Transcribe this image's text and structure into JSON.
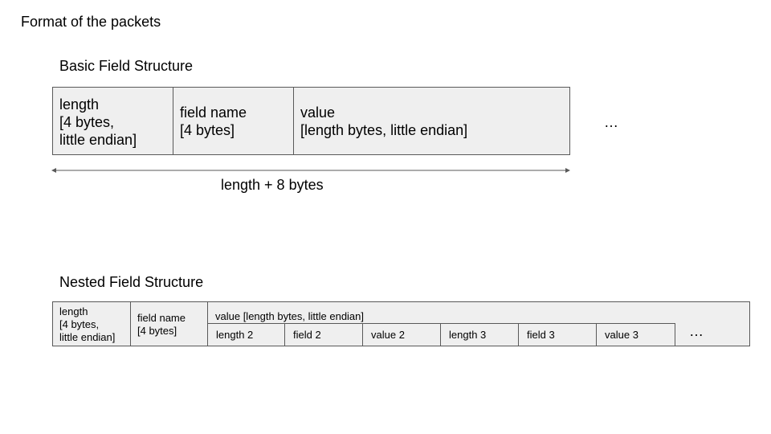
{
  "title": "Format of the packets",
  "basic": {
    "heading": "Basic Field Structure",
    "cell_length": "length\n[4 bytes,\n little endian]",
    "cell_field_name": "field name\n[4 bytes]",
    "cell_value": "value\n[length bytes, little endian]",
    "ellipsis": "…",
    "span_label": "length + 8 bytes"
  },
  "nested": {
    "heading": "Nested Field Structure",
    "cell_length": "length\n[4 bytes,\n little endian]",
    "cell_field_name": "field name\n[4 bytes]",
    "value_header": "value [length bytes, little endian]",
    "subcells": [
      "length 2",
      "field 2",
      "value 2",
      "length 3",
      "field 3",
      "value 3"
    ],
    "ellipsis": "…"
  },
  "colors": {
    "cell_fill": "#efefef",
    "border": "#595959",
    "arrow": "#595959"
  }
}
